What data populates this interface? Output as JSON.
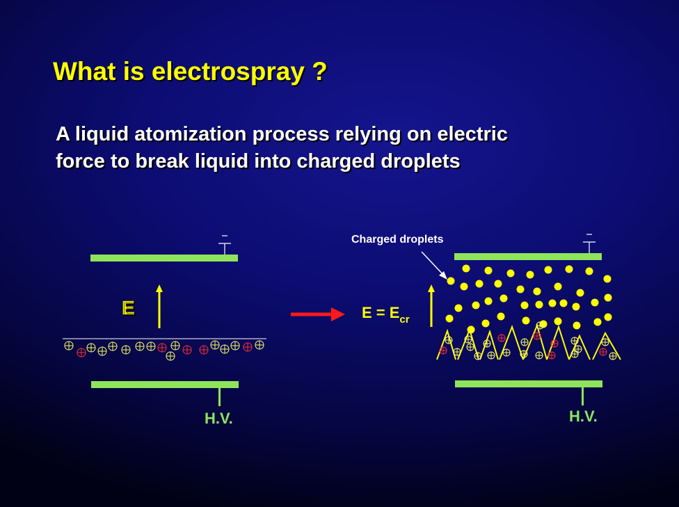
{
  "slide": {
    "title": "What is electrospray ?",
    "subtitle_lines": [
      "A liquid atomization process relying on electric",
      "force to break liquid into charged droplets"
    ]
  },
  "left_diagram": {
    "field_label": "E",
    "voltage_label": "H.V."
  },
  "right_diagram": {
    "field_label_main": "E = E",
    "field_label_sub": "cr",
    "voltage_label": "H.V.",
    "callout_label": "Charged droplets"
  },
  "colors": {
    "title": "#ffff00",
    "text": "#ffffff",
    "electrode": "#8fe55a",
    "droplet": "#ffff00",
    "arrow": "#ff1a1a",
    "ion_outline": "#ffff66",
    "ion_red": "#ff3030"
  }
}
